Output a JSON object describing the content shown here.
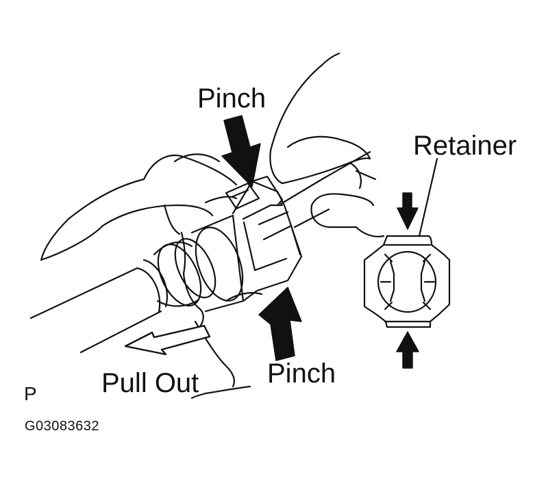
{
  "labels": {
    "pinch_top": "Pinch",
    "retainer": "Retainer",
    "pinch_bottom": "Pinch",
    "pull_out": "Pull Out",
    "corner_letter": "P",
    "figure_code": "G03083632"
  },
  "colors": {
    "line": "#111111",
    "background": "#ffffff"
  }
}
